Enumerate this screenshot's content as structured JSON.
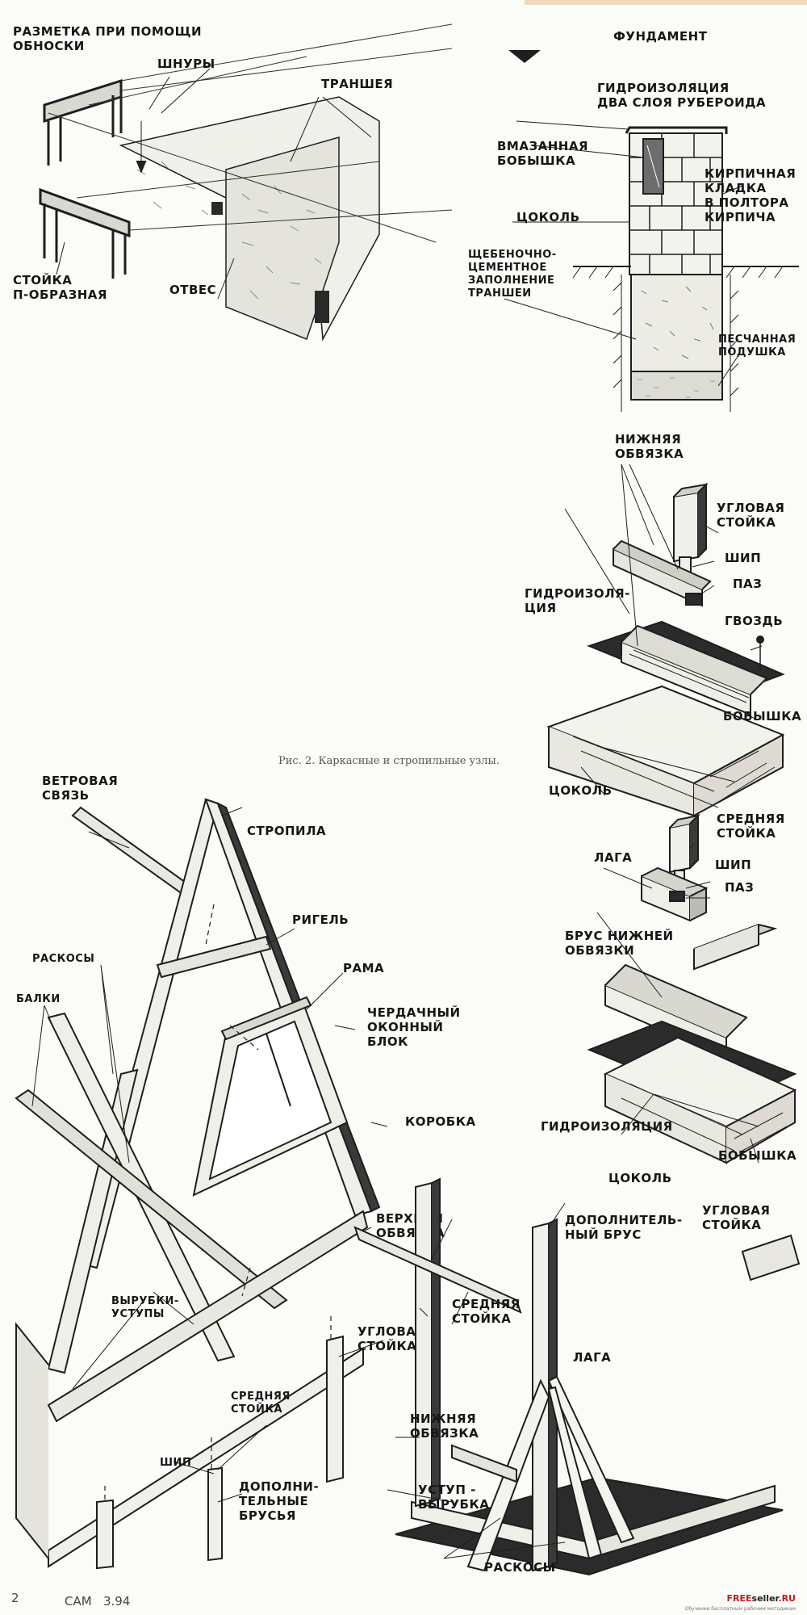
{
  "panel_markup": {
    "title": "РАЗМЕТКА ПРИ ПОМОЩИ\nОБНОСКИ",
    "shnury": "ШНУРЫ",
    "transheya": "ТРАНШЕЯ",
    "stoyka": "СТОЙКА\nП-ОБРАЗНАЯ",
    "otves": "ОТВЕС"
  },
  "panel_foundation": {
    "title": "ФУНДАМЕНТ",
    "gidroizolyaciya": "ГИДРОИЗОЛЯЦИЯ\nДВА СЛОЯ РУБЕРОИДА",
    "bobyshka": "ВМАЗАННАЯ\nБОБЫШКА",
    "kladka": "КИРПИЧНАЯ\nКЛАДКА\nВ ПОЛТОРА\nКИРПИЧА",
    "cokol": "ЦОКОЛЬ",
    "zapolnenie": "ЩЕБЕНОЧНО-\nЦЕМЕНТНОЕ\nЗАПОЛНЕНИЕ\nТРАНШЕИ",
    "podushka": "ПЕСЧАННАЯ\nПОДУШКА"
  },
  "panel_corner": {
    "nizhnyaya_obvyazka": "НИЖНЯЯ\nОБВЯЗКА",
    "uglovaya_stoyka": "УГЛОВАЯ\nСТОЙКА",
    "ship": "ШИП",
    "paz": "ПАЗ",
    "gidroizolyaciya": "ГИДРОИЗОЛЯ-\nЦИЯ",
    "gvozd": "ГВОЗДЬ",
    "bobyshka": "БОБЫШКА",
    "cokol": "ЦОКОЛЬ"
  },
  "caption": "Рис. 2. Каркасные и стропильные узлы.",
  "panel_middle": {
    "srednyaya_stoyka": "СРЕДНЯЯ\nСТОЙКА",
    "laga": "ЛАГА",
    "ship": "ШИП",
    "paz": "ПАЗ",
    "brus": "БРУС НИЖНЕЙ\nОБВЯЗКИ",
    "gidroizolyaciya": "ГИДРОИЗОЛЯЦИЯ",
    "bobyshka": "БОБЫШКА"
  },
  "panel_roof": {
    "vetrovaya_svyaz": "ВЕТРОВАЯ\nСВЯЗЬ",
    "stropila": "СТРОПИЛА",
    "rigel": "РИГЕЛЬ",
    "raskosy": "РАСКОСЫ",
    "rama": "РАМА",
    "balki": "БАЛКИ",
    "okonnyi_blok": "ЧЕРДАЧНЫЙ\nОКОННЫЙ\nБЛОК",
    "korobka": "КОРОБКА",
    "verhnyaya_obvyazka": "ВЕРХНЯЯ\nОБВЯЗКА",
    "vyrubki": "ВЫРУБКИ-\nУСТУПЫ",
    "uglovaya_stoyka": "УГЛОВАЯ\nСТОЙКА",
    "srednyaya_stoyka": "СРЕДНЯЯ\nСТОЙКА",
    "ship": "ШИП",
    "dop_brusya": "ДОПОЛНИ-\nТЕЛЬНЫЕ\nБРУСЬЯ"
  },
  "panel_frame": {
    "cokol": "ЦОКОЛЬ",
    "dop_brus": "ДОПОЛНИТЕЛЬ-\nНЫЙ БРУС",
    "uglovaya_stoyka": "УГЛОВАЯ\nСТОЙКА",
    "srednyaya_stoyka": "СРЕДНЯЯ\nСТОЙКА",
    "laga": "ЛАГА",
    "nizhnyaya_obvyazka": "НИЖНЯЯ\nОБВЯЗКА",
    "ustup": "УСТУП -\nВЫРУБКА",
    "raskosy": "РАСКОСЫ"
  },
  "footer": {
    "page": "2",
    "magazine": "САМ   3.94"
  },
  "brand": {
    "name_red": "FREE",
    "name_mid": "seller",
    "name_tail": ".RU",
    "tagline": "Обучение бесплатным рабочим методикам"
  },
  "colors": {
    "ink": "#1b1b1b",
    "paper": "#fbfbf8",
    "dark_fill": "#2a2a2a",
    "hatch": "#6d6d6d",
    "brand_red": "#c21d1d"
  }
}
